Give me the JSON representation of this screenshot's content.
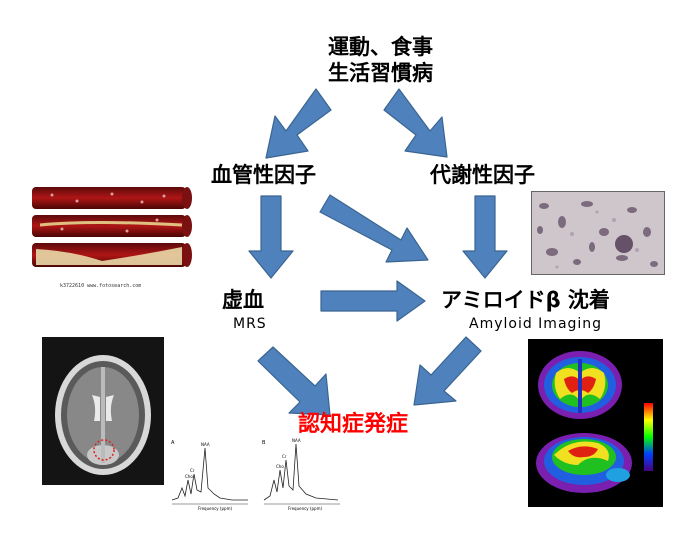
{
  "nodes": {
    "lifestyle": [
      "運動、食事",
      "生活習慣病"
    ],
    "vascular": "血管性因子",
    "metabolic": "代謝性因子",
    "ischemia": "虚血",
    "ischemia_method": "MRS",
    "amyloid": "アミロイドβ 沈着",
    "amyloid_method": "Amyloid Imaging",
    "outcome": "認知症発症"
  },
  "figures": {
    "vessel_caption": "k3722610 www.fotosearch.com",
    "spectrum_labels": [
      "A",
      "B",
      "NAA",
      "Cr",
      "Cho"
    ],
    "spectrum_axis": "Frequency (ppm)"
  },
  "colors": {
    "arrow": "#4f81bd",
    "arrow_edge": "#3a6591",
    "outcome_text": "#ff0000"
  }
}
